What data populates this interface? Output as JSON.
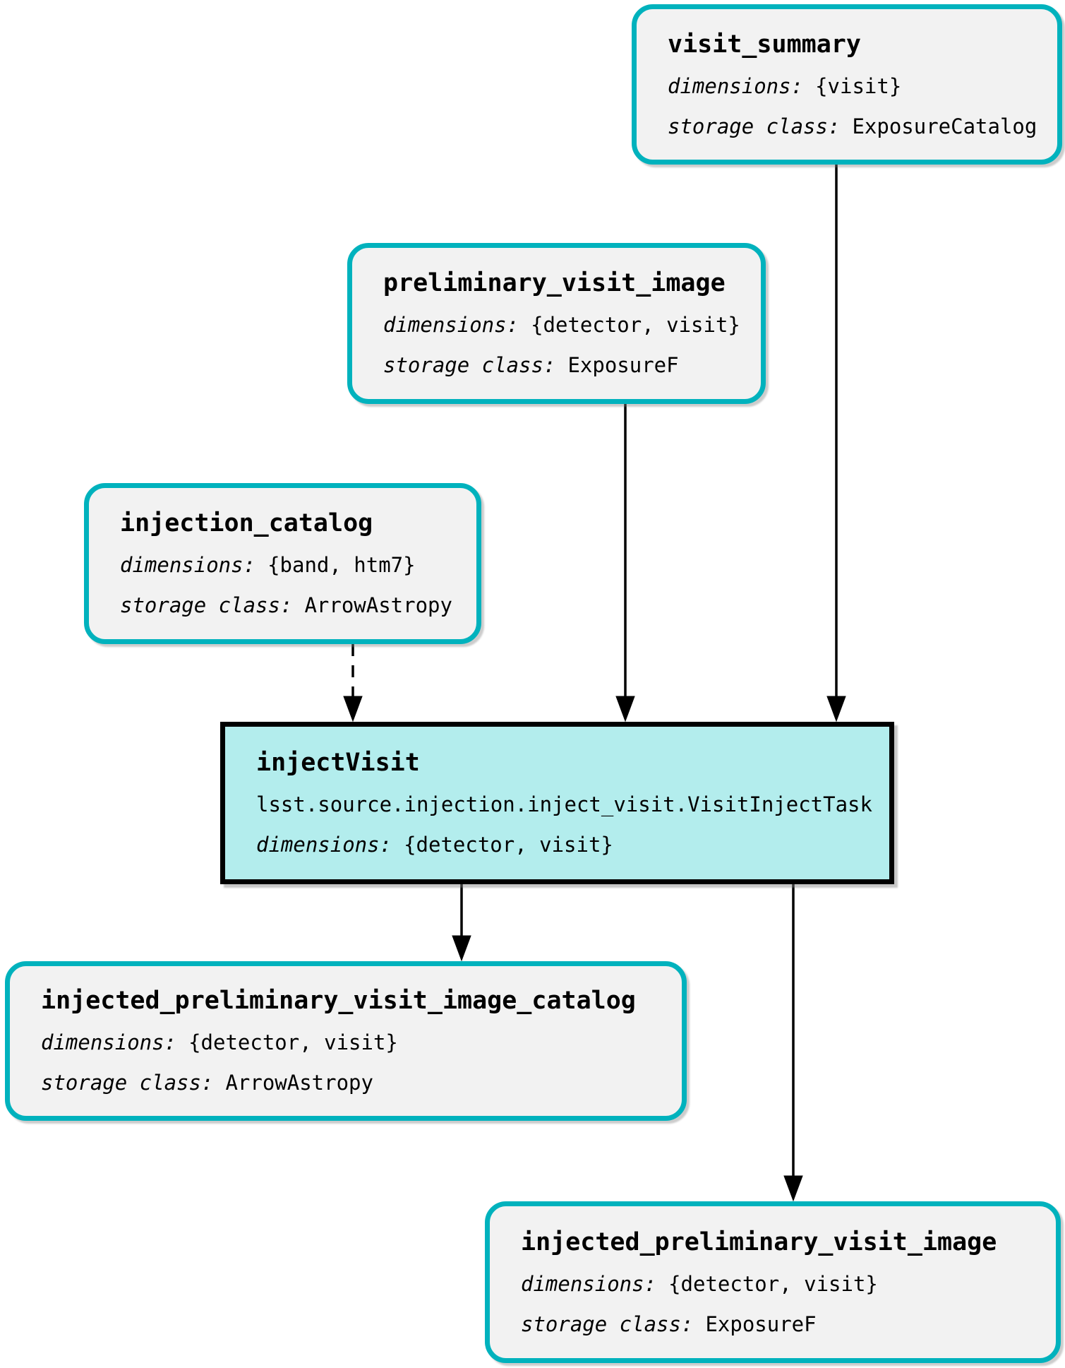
{
  "labels": {
    "dimensions": "dimensions:",
    "storage_class": "storage class:"
  },
  "nodes": {
    "visit_summary": {
      "title": "visit_summary",
      "dimensions": "{visit}",
      "storage_class": "ExposureCatalog"
    },
    "preliminary_visit_image": {
      "title": "preliminary_visit_image",
      "dimensions": "{detector, visit}",
      "storage_class": "ExposureF"
    },
    "injection_catalog": {
      "title": "injection_catalog",
      "dimensions": "{band, htm7}",
      "storage_class": "ArrowAstropy"
    },
    "injectVisit": {
      "title": "injectVisit",
      "task_class": "lsst.source.injection.inject_visit.VisitInjectTask",
      "dimensions": "{detector, visit}"
    },
    "injected_preliminary_visit_image_catalog": {
      "title": "injected_preliminary_visit_image_catalog",
      "dimensions": "{detector, visit}",
      "storage_class": "ArrowAstropy"
    },
    "injected_preliminary_visit_image": {
      "title": "injected_preliminary_visit_image",
      "dimensions": "{detector, visit}",
      "storage_class": "ExposureF"
    }
  },
  "edges": [
    {
      "from": "injection_catalog",
      "to": "injectVisit",
      "style": "dashed"
    },
    {
      "from": "preliminary_visit_image",
      "to": "injectVisit",
      "style": "solid"
    },
    {
      "from": "visit_summary",
      "to": "injectVisit",
      "style": "solid"
    },
    {
      "from": "injectVisit",
      "to": "injected_preliminary_visit_image_catalog",
      "style": "solid"
    },
    {
      "from": "injectVisit",
      "to": "injected_preliminary_visit_image",
      "style": "solid"
    }
  ],
  "colors": {
    "dataset_border": "#00b2bd",
    "dataset_fill": "#f2f2f2",
    "task_fill": "#b3eded",
    "task_border": "#000000",
    "edge": "#000000"
  }
}
